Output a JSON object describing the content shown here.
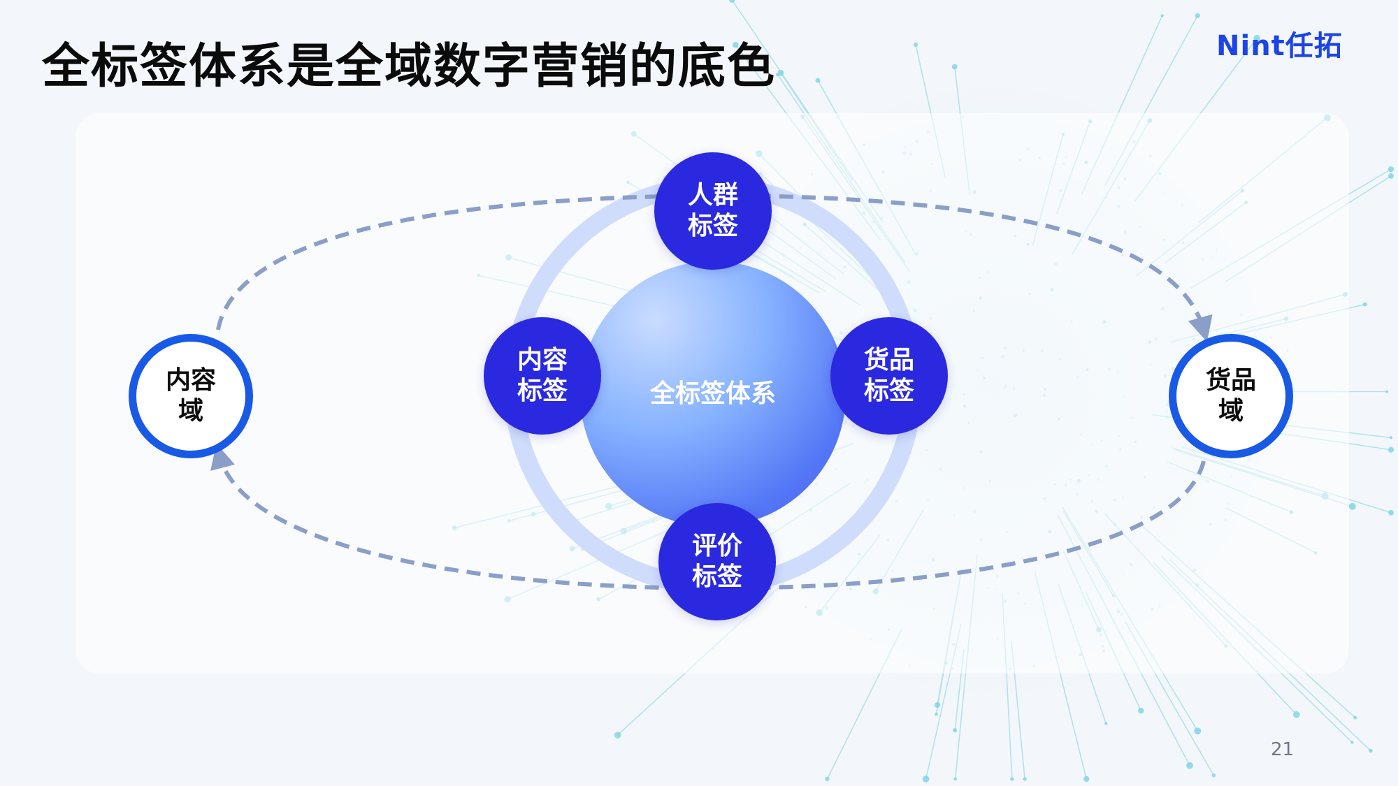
{
  "slide": {
    "title": "全标签体系是全域数字营销的底色",
    "logo": "Nint任拓",
    "page_number": "21"
  },
  "diagram": {
    "core": "全标签体系",
    "tags": {
      "top": "人群标签",
      "left": "内容标签",
      "right": "货品标签",
      "bottom": "评价标签"
    },
    "domains": {
      "left": "内容域",
      "right": "货品域"
    }
  },
  "colors": {
    "tag_fill": "#2a29e0",
    "domain_border": "#1859e6",
    "dashed_arrow": "#8a9ec8",
    "ring": "#cfdcfb",
    "logo": "#1d44e6"
  }
}
